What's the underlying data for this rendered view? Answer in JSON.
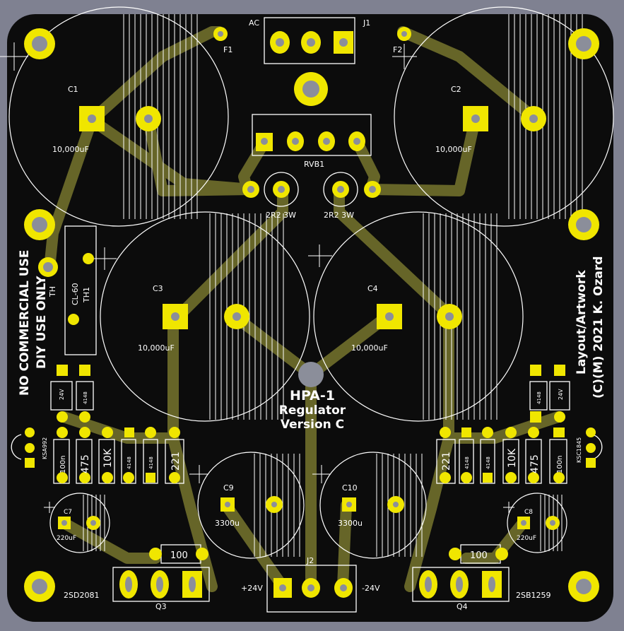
{
  "board": {
    "title": "HPA-1",
    "subtitle1": "Regulator",
    "subtitle2": "Version C",
    "credit1": "Layout/Artwork",
    "credit2": "(C)(M) 2021 K. Ozard",
    "notice1": "NO COMMERCIAL USE",
    "notice2": "DIY USE ONLY"
  },
  "components": {
    "c1_ref": "C1",
    "c1_val": "10,000uF",
    "c2_ref": "C2",
    "c2_val": "10,000uF",
    "c3_ref": "C3",
    "c3_val": "10,000uF",
    "c4_ref": "C4",
    "c4_val": "10,000uF",
    "c7_ref": "C7",
    "c7_val": "220uF",
    "c8_ref": "C8",
    "c8_val": "220uF",
    "c9_ref": "C9",
    "c9_val": "3300u",
    "c10_ref": "C10",
    "c10_val": "3300u",
    "ac": "AC",
    "j1": "J1",
    "f1": "F1",
    "f2": "F2",
    "rvb1": "RVB1",
    "r_left": "2R2 3W",
    "r_right": "2R2 3W",
    "th": "TH",
    "th1": "TH1",
    "cl60": "CL-60",
    "j2": "J2",
    "plus24": "+24V",
    "minus24": "-24V",
    "q3": "Q3",
    "q4": "Q4",
    "q3_part": "2SD2081",
    "q4_part": "2SB1259",
    "r100_left": "100",
    "r100_right": "100",
    "ksa992": "KSA992",
    "ksc1845": "KSC1845",
    "z24_left": "24V",
    "z24_right": "24V",
    "d4148": "4148",
    "r100n": "100n",
    "r475": "475",
    "r10k": "10K",
    "r221": "221"
  }
}
